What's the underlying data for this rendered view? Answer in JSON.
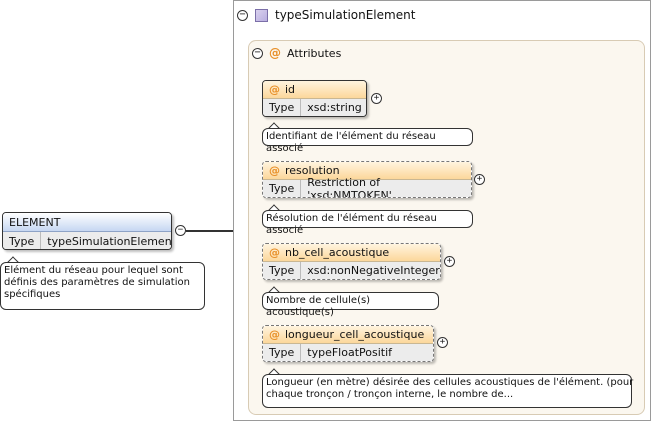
{
  "element": {
    "name": "ELEMENT",
    "type_label": "Type",
    "type_value": "typeSimulationElement",
    "doc": "Elément du réseau pour lequel sont définis des paramètres de simulation spécifiques"
  },
  "complex_type": {
    "name": "typeSimulationElement"
  },
  "attributes_group": {
    "label": "Attributes",
    "items": [
      {
        "name": "id",
        "type_label": "Type",
        "type_value": "xsd:string",
        "doc": "Identifiant de l'élément du réseau associé"
      },
      {
        "name": "resolution",
        "type_label": "Type",
        "type_value": "Restriction of 'xsd:NMTOKEN'",
        "doc": "Résolution de l'élément du réseau associé"
      },
      {
        "name": "nb_cell_acoustique",
        "type_label": "Type",
        "type_value": "xsd:nonNegativeInteger",
        "doc": "Nombre de cellule(s) acoustique(s)"
      },
      {
        "name": "longueur_cell_acoustique",
        "type_label": "Type",
        "type_value": "typeFloatPositif",
        "doc_line1": "Longueur (en mètre) désirée des cellules acoustiques de l'élément. (pour",
        "doc_line2": "chaque tronçon / tronçon interne, le nombre de..."
      }
    ]
  },
  "symbols": {
    "collapse": "−",
    "expand": "+",
    "attribute_marker": "@"
  },
  "icons": {
    "complex_type": "complex-type-square-icon",
    "attribute": "at-sign-icon"
  },
  "colors": {
    "attribute_header": "#fcd79b",
    "element_header": "#c6d7f2",
    "attribute_marker": "#e8902a",
    "complex_type_square": "#b9aee0"
  }
}
